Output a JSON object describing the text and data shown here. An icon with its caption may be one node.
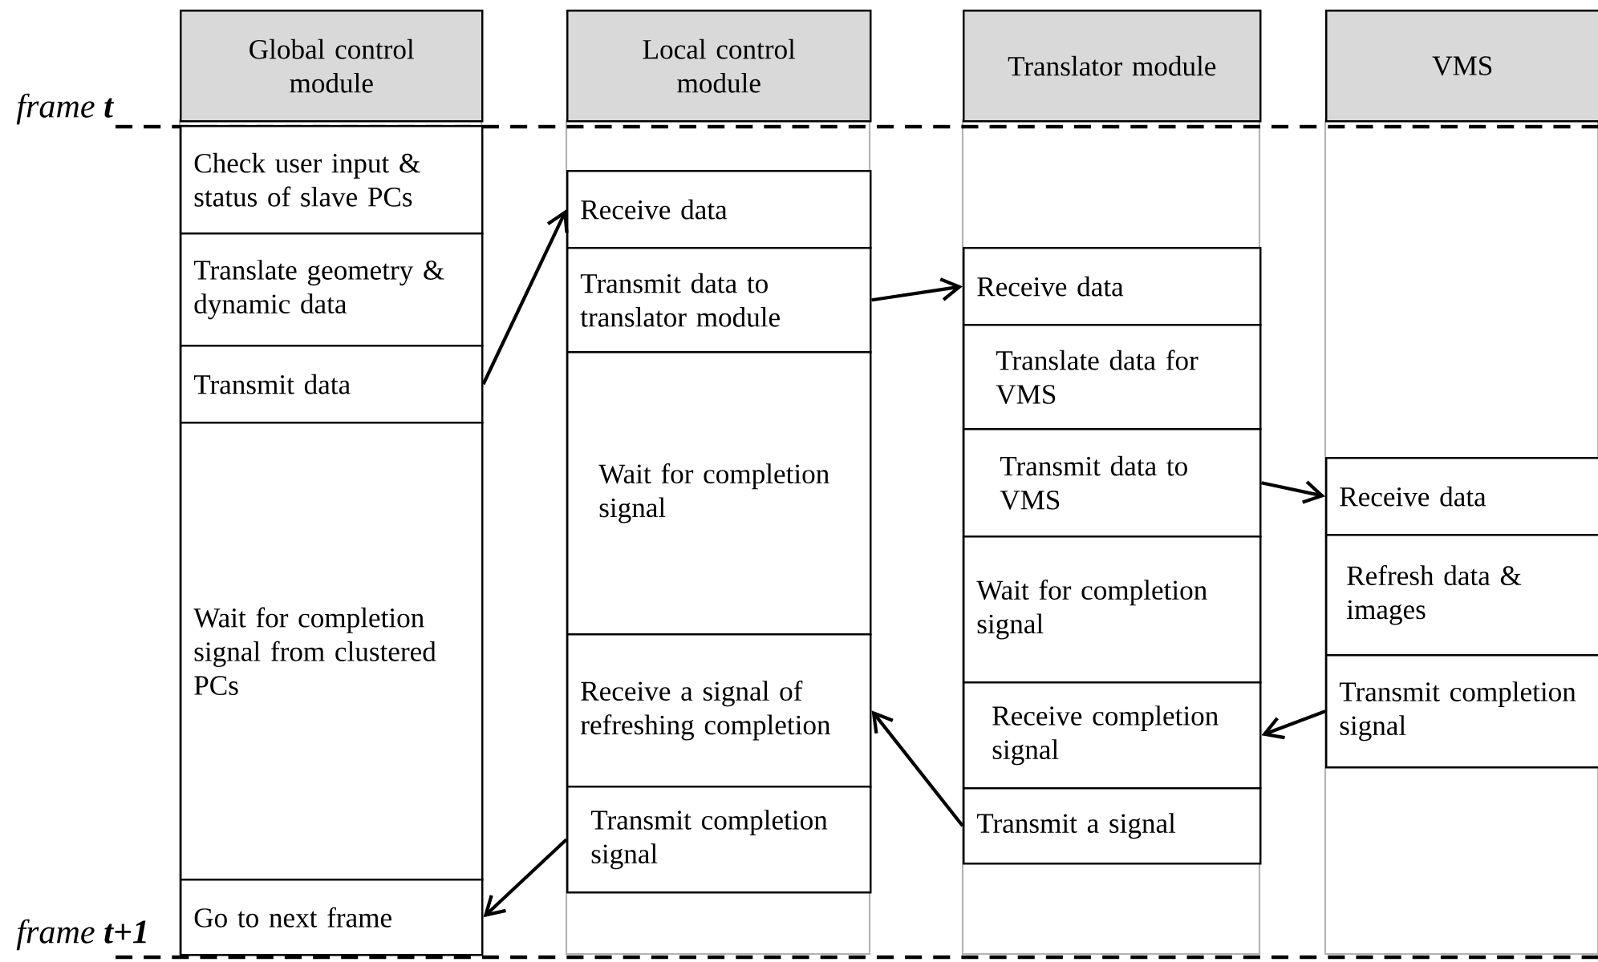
{
  "diagram": {
    "nodes": [
      {
        "text": [
          "Global control module"
        ]
      },
      {
        "text": [
          "Local control module"
        ]
      },
      {
        "text": [
          "Translator module"
        ]
      },
      {
        "text": [
          "VMS"
        ]
      },
      {
        "text": [
          "Check user input & status of slave PCs"
        ]
      },
      {
        "text": [
          "Translate geometry & dynamic data"
        ]
      },
      {
        "text": [
          "Transmit data"
        ]
      },
      {
        "text": [
          "Wait for completion signal from clustered PCs"
        ]
      },
      {
        "text": [
          "Go to next frame"
        ]
      },
      {
        "text": [
          "Receive data"
        ]
      },
      {
        "text": [
          "Transmit data to translator module"
        ]
      },
      {
        "text": [
          "Wait for completion signal"
        ]
      },
      {
        "text": [
          "Receive a signal of refreshing completion"
        ]
      },
      {
        "text": [
          "Transmit completion signal"
        ]
      },
      {
        "text": [
          "Receive data"
        ]
      },
      {
        "text": [
          "Translate data for VMS"
        ]
      },
      {
        "text": [
          "Transmit data to VMS"
        ]
      },
      {
        "text": [
          "Wait for completion signal"
        ]
      },
      {
        "text": [
          "Receive completion signal"
        ]
      },
      {
        "text": [
          "Transmit a signal"
        ]
      },
      {
        "text": [
          "Receive data"
        ]
      },
      {
        "text": [
          "Refresh data & images"
        ]
      },
      {
        "text": [
          "Transmit completion signal"
        ]
      }
    ],
    "edges": [
      {
        "from": 6,
        "to": 9,
        "arrow": "to"
      },
      {
        "from": 10,
        "to": 14,
        "arrow": "to"
      },
      {
        "from": 16,
        "to": 20,
        "arrow": "to"
      },
      {
        "from": 22,
        "to": 18,
        "arrow": "to"
      },
      {
        "from": 19,
        "to": 12,
        "arrow": "to"
      },
      {
        "from": 13,
        "to": 8,
        "arrow": "to"
      }
    ],
    "labels": [
      "frame **t**",
      "frame **t+1**"
    ]
  }
}
